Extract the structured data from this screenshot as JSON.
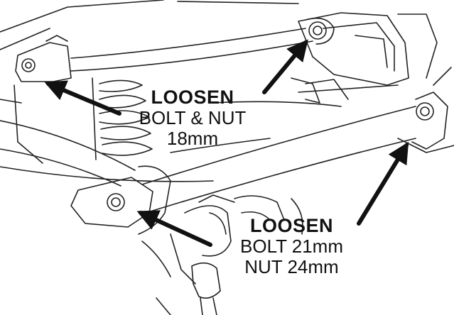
{
  "callouts": [
    {
      "heading": "LOOSEN",
      "lines": [
        "BOLT & NUT",
        "18mm"
      ]
    },
    {
      "heading": "LOOSEN",
      "lines": [
        "BOLT 21mm",
        "NUT 24mm"
      ]
    }
  ],
  "colors": {
    "ink": "#111111",
    "paper": "#ffffff"
  }
}
